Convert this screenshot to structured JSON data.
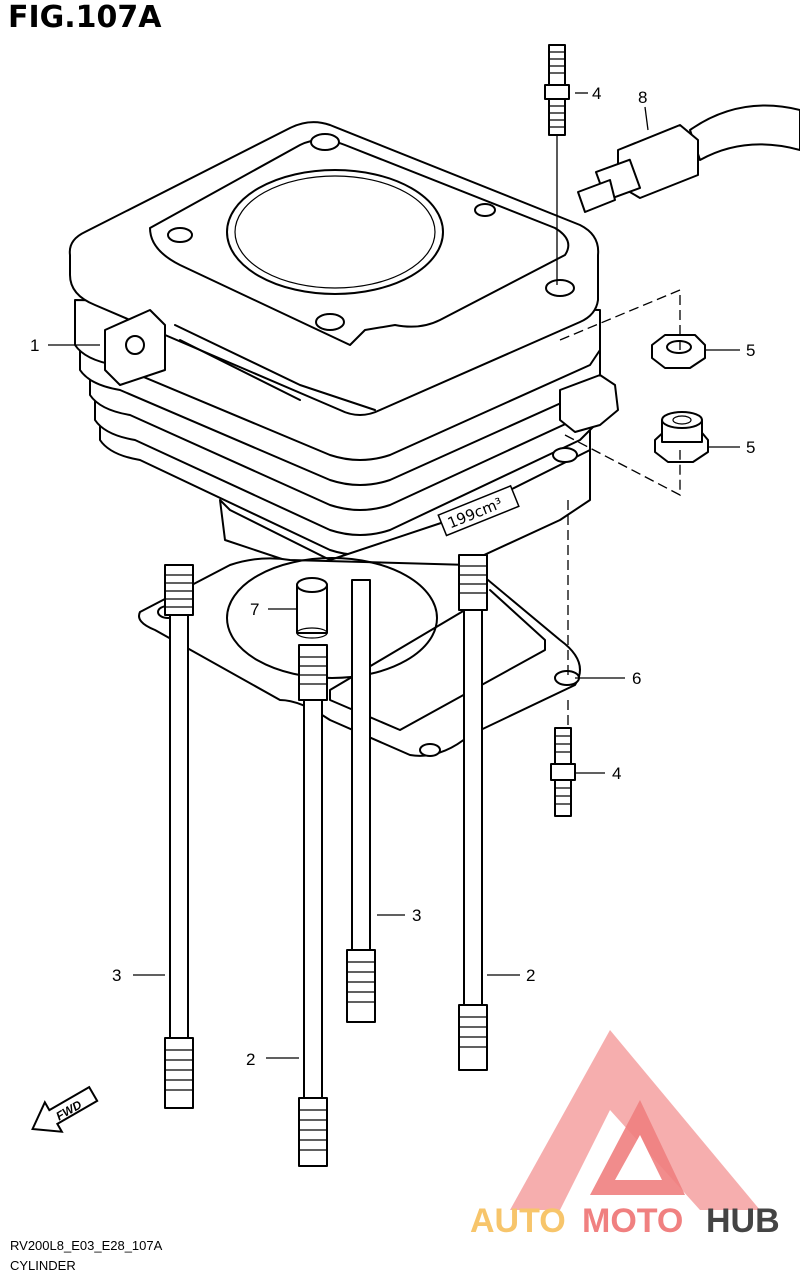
{
  "figure": {
    "title": "FIG.107A"
  },
  "callouts": [
    {
      "id": "1",
      "text": "1"
    },
    {
      "id": "2a",
      "text": "2"
    },
    {
      "id": "2b",
      "text": "2"
    },
    {
      "id": "3a",
      "text": "3"
    },
    {
      "id": "3b",
      "text": "3"
    },
    {
      "id": "4a",
      "text": "4"
    },
    {
      "id": "4b",
      "text": "4"
    },
    {
      "id": "5a",
      "text": "5"
    },
    {
      "id": "5b",
      "text": "5"
    },
    {
      "id": "6",
      "text": "6"
    },
    {
      "id": "7",
      "text": "7"
    },
    {
      "id": "8",
      "text": "8"
    }
  ],
  "cylinder_marking": "199cm³",
  "fwd_arrow": "FWD",
  "footer": {
    "code": "RV200L8_E03_E28_107A",
    "name": "CYLINDER"
  },
  "watermark": {
    "word1": "AUTO",
    "word2": "MOTO",
    "word3": "HUB",
    "color_primary": "#f08080",
    "color_accent": "#f5b041",
    "color_dark": "#333333"
  }
}
